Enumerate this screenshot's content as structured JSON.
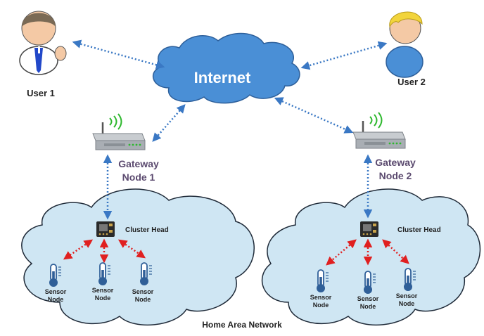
{
  "internet": {
    "label": "Internet"
  },
  "users": [
    {
      "label": "User 1"
    },
    {
      "label": "User 2"
    }
  ],
  "gateways": [
    {
      "line1": "Gateway",
      "line2": "Node 1"
    },
    {
      "line1": "Gateway",
      "line2": "Node 2"
    }
  ],
  "networks": [
    {
      "cluster_head": "Cluster Head",
      "sensors": [
        {
          "line1": "Sensor",
          "line2": "Node"
        },
        {
          "line1": "Sensor",
          "line2": "Node"
        },
        {
          "line1": "Sensor",
          "line2": "Node"
        }
      ]
    },
    {
      "cluster_head": "Cluster Head",
      "sensors": [
        {
          "line1": "Sensor",
          "line2": "Node"
        },
        {
          "line1": "Sensor",
          "line2": "Node"
        },
        {
          "line1": "Sensor",
          "line2": "Node"
        }
      ]
    }
  ],
  "home_area_network": "Home Area Network",
  "colors": {
    "cloud_fill": "#cfe6f3",
    "internet_fill": "#4a8fd6",
    "internet_link": "#3a78c4",
    "sensor_link": "#e02020",
    "gateway_text": "#5b4a6f",
    "signal": "#2eb82e"
  }
}
